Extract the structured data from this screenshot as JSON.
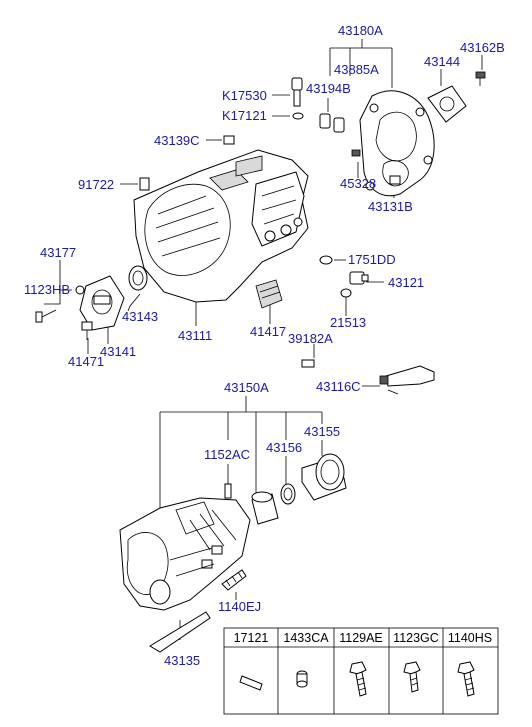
{
  "callouts": {
    "c43180A": "43180A",
    "c43162B": "43162B",
    "c43885A": "43885A",
    "c43144": "43144",
    "c43194B": "43194B",
    "cK17530": "K17530",
    "cK17121": "K17121",
    "c43139C": "43139C",
    "c45328": "45328",
    "c91722": "91722",
    "c43131B": "43131B",
    "c43177": "43177",
    "c1751DD": "1751DD",
    "c1123HB": "1123HB",
    "c43121": "43121",
    "c43143": "43143",
    "c21513": "21513",
    "c43111": "43111",
    "c41417": "41417",
    "c39182A": "39182A",
    "c41471": "41471",
    "c43141": "43141",
    "c43116C": "43116C",
    "c43150A": "43150A",
    "c43155": "43155",
    "c1152AC": "1152AC",
    "c43156": "43156",
    "c1140EJ": "1140EJ",
    "c43135": "43135"
  },
  "parts_table": {
    "headers": [
      "17121",
      "1433CA",
      "1129AE",
      "1123GC",
      "1140HS"
    ],
    "icons": [
      "pin-icon",
      "plug-icon",
      "bolt-icon",
      "bolt-icon",
      "bolt-icon"
    ]
  },
  "colors": {
    "callout_text": "#1a1aa6",
    "line": "#000000",
    "background": "#ffffff"
  }
}
